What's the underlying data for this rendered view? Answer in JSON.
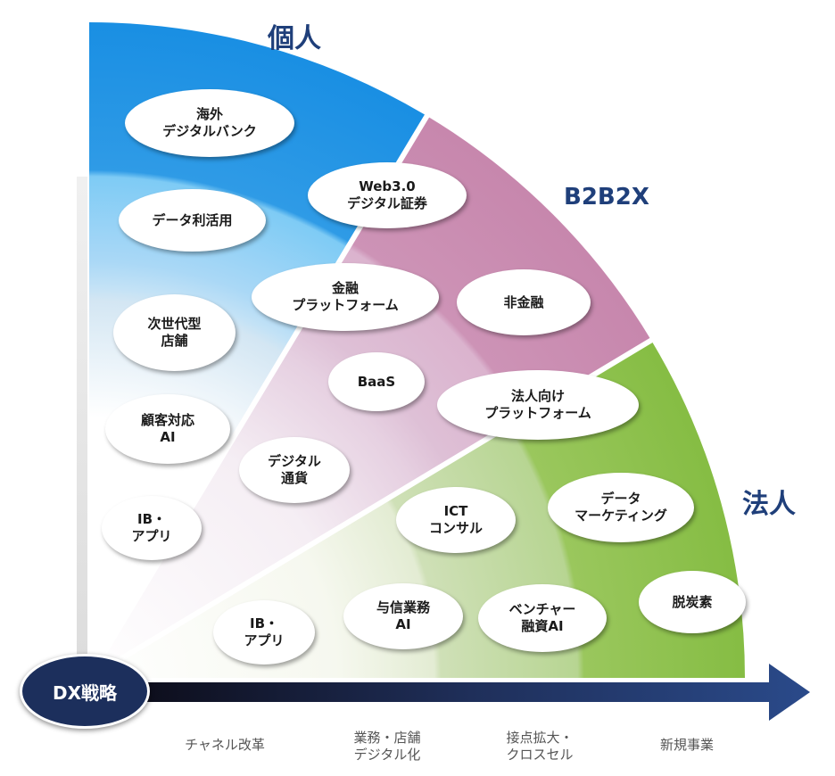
{
  "segments": {
    "individual": "個人",
    "b2b2x": "B2B2X",
    "corporate": "法人"
  },
  "dx_strategy": "DX戦略",
  "axis_labels": [
    {
      "lines": [
        "チャネル改革"
      ]
    },
    {
      "lines": [
        "業務・店舗",
        "デジタル化"
      ]
    },
    {
      "lines": [
        "接点拡大・",
        "クロスセル"
      ]
    },
    {
      "lines": [
        "新規事業"
      ]
    }
  ],
  "initiatives": [
    {
      "id": "overseas-digital-bank",
      "lines": [
        "海外",
        "デジタルバンク"
      ]
    },
    {
      "id": "web3-digital-securities",
      "lines": [
        "Web3.0",
        "デジタル証券"
      ]
    },
    {
      "id": "data-utilization",
      "lines": [
        "データ利活用"
      ]
    },
    {
      "id": "financial-platform",
      "lines": [
        "金融",
        "プラットフォーム"
      ]
    },
    {
      "id": "non-financial",
      "lines": [
        "非金融"
      ]
    },
    {
      "id": "next-gen-branch",
      "lines": [
        "次世代型",
        "店舗"
      ]
    },
    {
      "id": "baas",
      "lines": [
        "BaaS"
      ]
    },
    {
      "id": "corporate-platform",
      "lines": [
        "法人向け",
        "プラットフォーム"
      ]
    },
    {
      "id": "customer-service-ai",
      "lines": [
        "顧客対応",
        "AI"
      ]
    },
    {
      "id": "digital-currency",
      "lines": [
        "デジタル",
        "通貨"
      ]
    },
    {
      "id": "data-marketing",
      "lines": [
        "データ",
        "マーケティング"
      ]
    },
    {
      "id": "ib-app-individual",
      "lines": [
        "IB・",
        "アプリ"
      ]
    },
    {
      "id": "ict-consulting",
      "lines": [
        "ICT",
        "コンサル"
      ]
    },
    {
      "id": "ib-app-corporate",
      "lines": [
        "IB・",
        "アプリ"
      ]
    },
    {
      "id": "credit-ai",
      "lines": [
        "与信業務",
        "AI"
      ]
    },
    {
      "id": "venture-financing-ai",
      "lines": [
        "ベンチャー",
        "融資AI"
      ]
    },
    {
      "id": "decarbonization",
      "lines": [
        "脱炭素"
      ]
    }
  ],
  "colors": {
    "individual_outer": "#1a8fe3",
    "individual_mid": "#7fcaf5",
    "b2b2x_outer": "#c98bb0",
    "b2b2x_mid": "#ddb5d0",
    "corporate_outer": "#8cc049",
    "corporate_mid": "#b7d592",
    "label": "#1f3f7a",
    "badge": "#1c2f5c"
  }
}
